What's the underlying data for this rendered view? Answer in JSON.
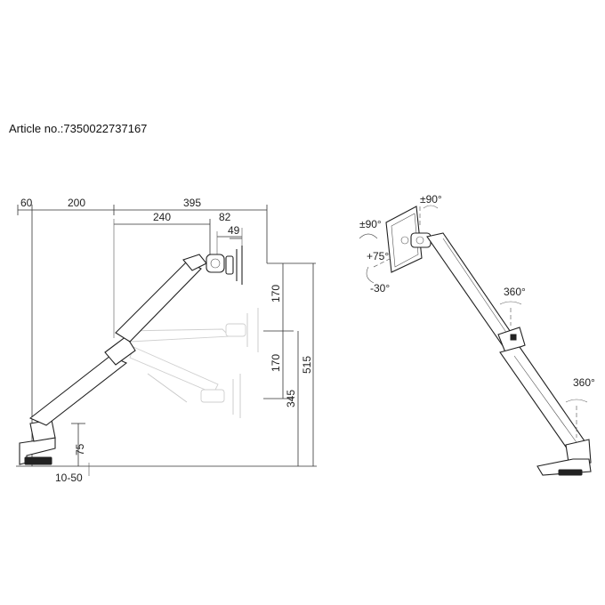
{
  "header": {
    "article_label": "Article no.:7350022737167"
  },
  "dimensions": {
    "d60": "60",
    "d200": "200",
    "d395": "395",
    "d240": "240",
    "d82": "82",
    "d49": "49",
    "d170_top": "170",
    "d170_mid": "170",
    "d345": "345",
    "d515": "515",
    "d75": "75",
    "d10_50": "10-50"
  },
  "rotations": {
    "tilt_pos": "±90°",
    "swivel_left": "±90°",
    "tilt_up": "+75°",
    "tilt_down": "-30°",
    "rot_mid": "360°",
    "rot_base": "360°"
  }
}
